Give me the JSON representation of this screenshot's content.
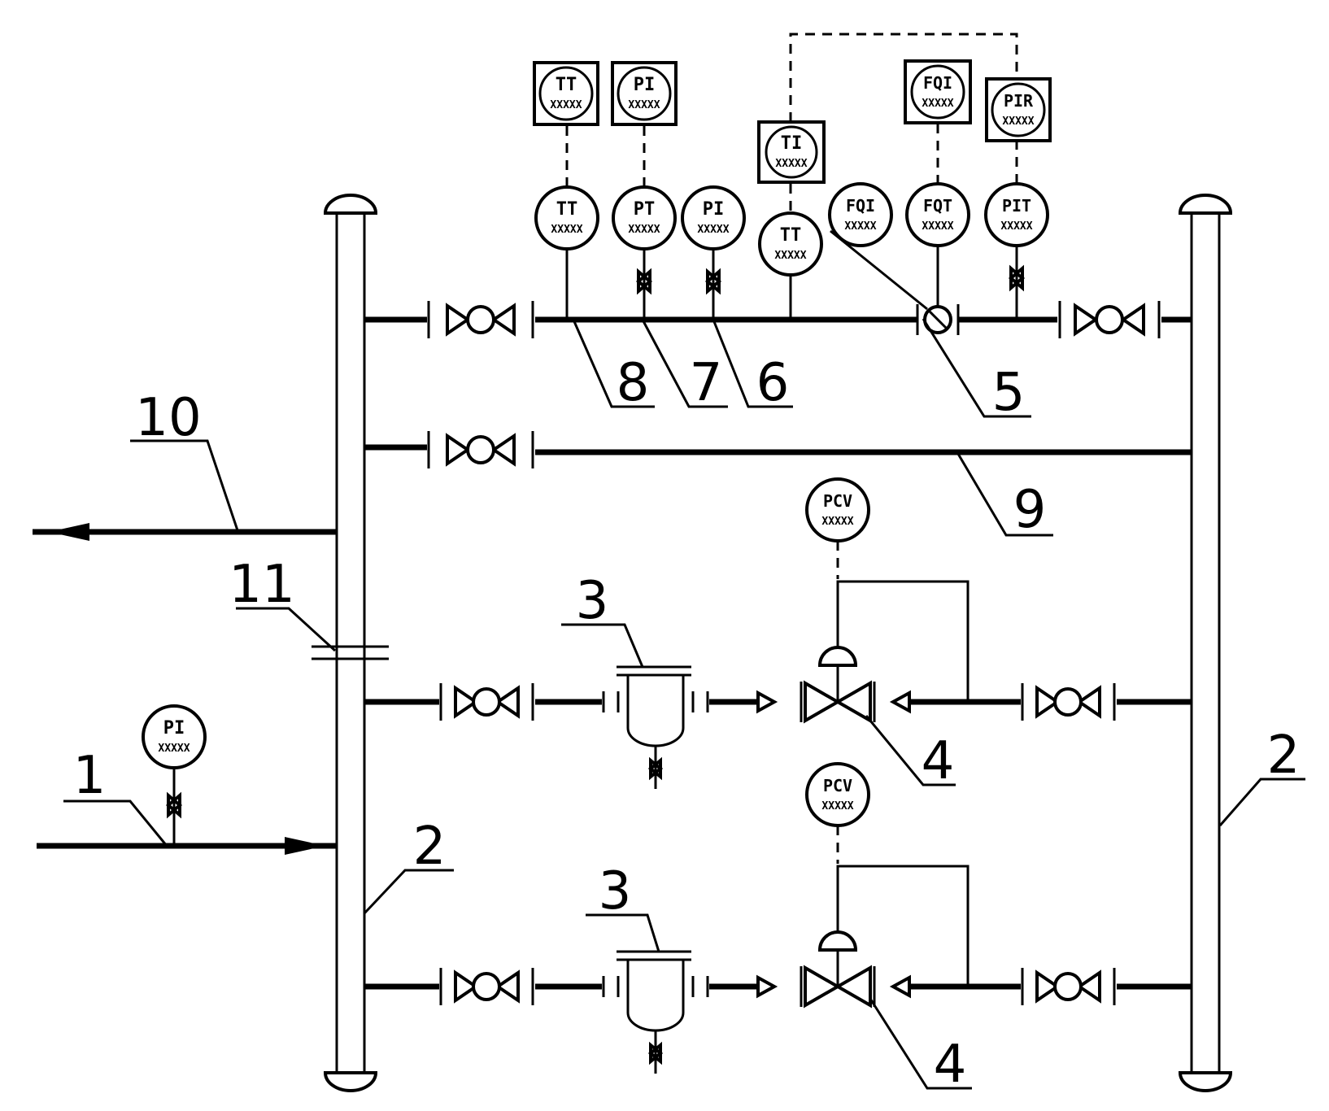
{
  "callouts": {
    "c1": "1",
    "c2_left": "2",
    "c2_right": "2",
    "c3_a": "3",
    "c3_b": "3",
    "c4_a": "4",
    "c4_b": "4",
    "c5": "5",
    "c6": "6",
    "c7": "7",
    "c8": "8",
    "c9": "9",
    "c10": "10",
    "c11": "11"
  },
  "instruments": {
    "tt_upper": {
      "tag": "TT",
      "code": "XXXXX"
    },
    "pi_upper": {
      "tag": "PI",
      "code": "XXXXX"
    },
    "tt_bubble": {
      "tag": "TT",
      "code": "XXXXX"
    },
    "pt_bubble": {
      "tag": "PT",
      "code": "XXXXX"
    },
    "pi_bubble": {
      "tag": "PI",
      "code": "XXXXX"
    },
    "ti_box": {
      "tag": "TI",
      "code": "XXXXX"
    },
    "tt_bubble2": {
      "tag": "TT",
      "code": "XXXXX"
    },
    "fqi_bubble": {
      "tag": "FQI",
      "code": "XXXXX"
    },
    "fqi_box": {
      "tag": "FQI",
      "code": "XXXXX"
    },
    "fqt_bubble": {
      "tag": "FQT",
      "code": "XXXXX"
    },
    "pir_box": {
      "tag": "PIR",
      "code": "XXXXX"
    },
    "pit_bubble": {
      "tag": "PIT",
      "code": "XXXXX"
    },
    "pcv_a": {
      "tag": "PCV",
      "code": "XXXXX"
    },
    "pcv_b": {
      "tag": "PCV",
      "code": "XXXXX"
    },
    "pi_inlet": {
      "tag": "PI",
      "code": "XXXXX"
    }
  }
}
